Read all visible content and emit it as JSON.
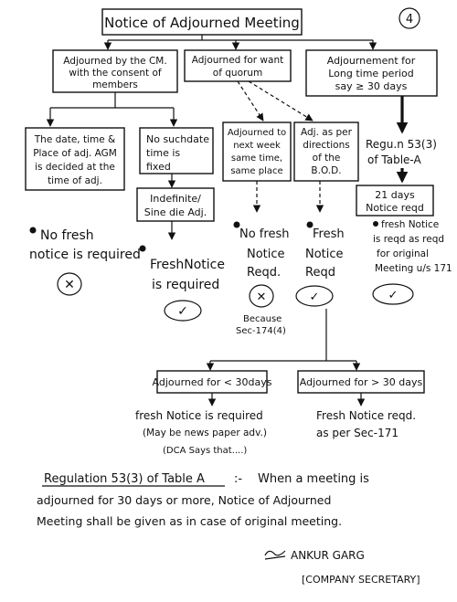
{
  "page_number": "4",
  "title": "Notice of Adjourned Meeting",
  "branches": {
    "cm_consent": [
      "Adjourned by the CM.",
      "with the consent of",
      "members"
    ],
    "want_of_quorum": [
      "Adjourned for want",
      "of quorum"
    ],
    "long_period": [
      "Adjournement for",
      "Long time period",
      "say ≥ 30 days"
    ]
  },
  "cm_consent": {
    "decided_box": [
      "The date, time &",
      "Place of adj. AGM",
      "is decided at the",
      "time of adj."
    ],
    "decided_result": [
      "No fresh",
      "notice is required"
    ],
    "decided_mark": "✕",
    "not_fixed_box": [
      "No suchdate",
      "time is",
      "fixed"
    ],
    "indefinite_box": [
      "Indefinite/",
      "Sine die Adj."
    ],
    "indefinite_result": [
      "FreshNotice",
      "is required"
    ],
    "indefinite_mark": "✓"
  },
  "quorum": {
    "next_week_box": [
      "Adjourned to",
      "next week",
      "same time,",
      "same place"
    ],
    "next_week_result": [
      "No fresh",
      "Notice",
      "Reqd."
    ],
    "next_week_mark": "✕",
    "next_week_note": [
      "Because",
      "Sec-174(4)"
    ],
    "bod_box": [
      "Adj. as per",
      "directions",
      "of the",
      "B.O.D."
    ],
    "bod_result": [
      "Fresh",
      "Notice",
      "Reqd"
    ],
    "bod_mark": "✓"
  },
  "long_period": {
    "regulation": [
      "Regu.n 53(3)",
      "of Table-A"
    ],
    "days_box": [
      "21 days",
      "Notice reqd"
    ],
    "days_result": [
      "fresh Notice",
      "is reqd as reqd",
      "for original",
      "Meeting u/s 171"
    ],
    "days_mark": "✓"
  },
  "sub_branches": {
    "less_30": {
      "label": "Adjourned for < 30days",
      "result": [
        "fresh Notice is required",
        "(May be news paper adv.)",
        "(DCA Says that....)"
      ]
    },
    "more_30": {
      "label": "Adjourned for > 30 days",
      "result": [
        "Fresh Notice reqd.",
        "as per Sec-171"
      ]
    }
  },
  "footnote": {
    "heading": "Regulation 53(3) of Table A",
    "separator": ":-",
    "lines": [
      "When a meeting is",
      "adjourned for 30 days or more, Notice of Adjourned",
      "Meeting shall be given as in case of original meeting."
    ]
  },
  "signature": {
    "name": "ANKUR GARG",
    "designation": "[COMPANY SECRETARY]"
  }
}
